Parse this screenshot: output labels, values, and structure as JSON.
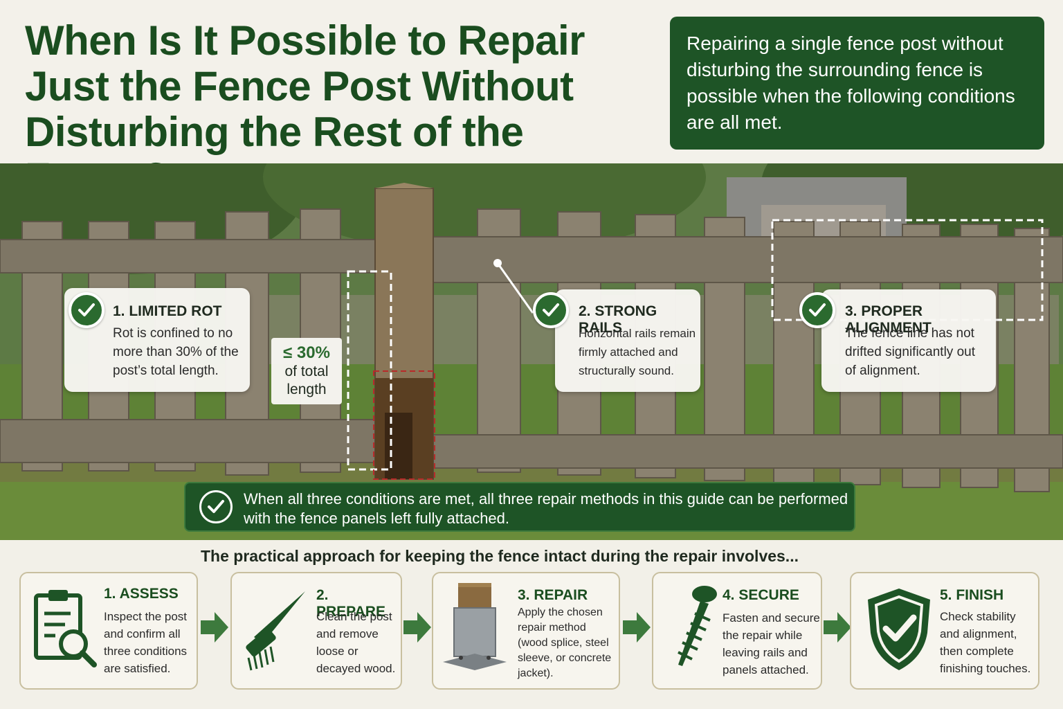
{
  "header": {
    "title_lines": [
      "When Is It Possible to Repair",
      "Just the Fence Post Without",
      "Disturbing the Rest of the Fence?"
    ],
    "intro": "Repairing a single fence post without disturbing the surrounding fence is possible when the following conditions are all met."
  },
  "conditions": [
    {
      "title": "1. LIMITED ROT",
      "text": "Rot is confined to no more than 30% of the post’s total length."
    },
    {
      "title": "2. STRONG RAILS",
      "text": "Horizontal rails remain firmly attached and structurally sound."
    },
    {
      "title": "3. PROPER ALIGNMENT",
      "text": "The fence line has not drifted significantly out of alignment."
    }
  ],
  "rot_label": {
    "value": "≤ 30%",
    "line1": "of total",
    "line2": "length"
  },
  "banner": "When all three conditions are met, all three repair methods in this guide can be performed with the fence panels left fully attached.",
  "approach_heading": "The practical approach for keeping the fence intact during the repair involves...",
  "steps": [
    {
      "title": "1. ASSESS",
      "text": [
        "Inspect the post",
        "and confirm all",
        "three conditions",
        "are satisfied."
      ],
      "icon": "clipboard-search-icon"
    },
    {
      "title": "2. PREPARE",
      "text": [
        "Clean the post",
        "and remove",
        "loose or",
        "decayed wood."
      ],
      "icon": "wire-brush-icon"
    },
    {
      "title": "3. REPAIR",
      "text": [
        "Apply the chosen",
        "repair method",
        "(wood splice, steel",
        "sleeve, or concrete",
        "jacket)."
      ],
      "icon": "post-sleeve-icon"
    },
    {
      "title": "4. SECURE",
      "text": [
        "Fasten and secure",
        "the repair while",
        "leaving rails and",
        "panels attached."
      ],
      "icon": "screw-icon"
    },
    {
      "title": "5. FINISH",
      "text": [
        "Check stability",
        "and alignment,",
        "then complete",
        "finishing touches."
      ],
      "icon": "shield-check-icon"
    }
  ],
  "colors": {
    "brand_green": "#1e5426",
    "accent_green": "#2b6a2f",
    "background": "#f2f0e8"
  }
}
